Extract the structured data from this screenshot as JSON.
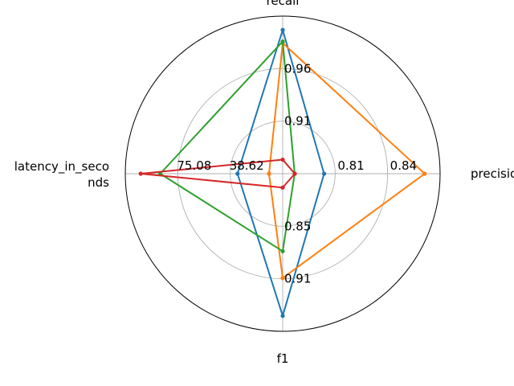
{
  "chart_data": {
    "type": "radar",
    "axes": [
      {
        "name": "precision",
        "label_lines": [
          "precision"
        ]
      },
      {
        "name": "recall",
        "label_lines": [
          "recall"
        ]
      },
      {
        "name": "latency_in_seconds",
        "label_lines": [
          "latency_in_seco",
          "nds"
        ]
      },
      {
        "name": "f1",
        "label_lines": [
          "f1"
        ]
      }
    ],
    "tick_labels": {
      "precision": [
        "0.81",
        "0.84"
      ],
      "recall": [
        "0.91",
        "0.96"
      ],
      "latency_in_seconds": [
        "38.62",
        "75.08"
      ],
      "f1": [
        "0.85",
        "0.91"
      ]
    },
    "series": [
      {
        "color": "#1f77b4",
        "values": {
          "precision": 0.263,
          "recall": 0.912,
          "latency_in_seconds": 0.287,
          "f1": 0.902
        }
      },
      {
        "color": "#ff7f0e",
        "values": {
          "precision": 0.902,
          "recall": 0.829,
          "latency_in_seconds": 0.087,
          "f1": 0.662
        }
      },
      {
        "color": "#2ca02c",
        "values": {
          "precision": 0.076,
          "recall": 0.839,
          "latency_in_seconds": 0.778,
          "f1": 0.492
        }
      },
      {
        "color": "#d62728",
        "values": {
          "precision": 0.077,
          "recall": 0.089,
          "latency_in_seconds": 0.902,
          "f1": 0.088
        }
      }
    ],
    "grid": true,
    "legend": "none"
  }
}
